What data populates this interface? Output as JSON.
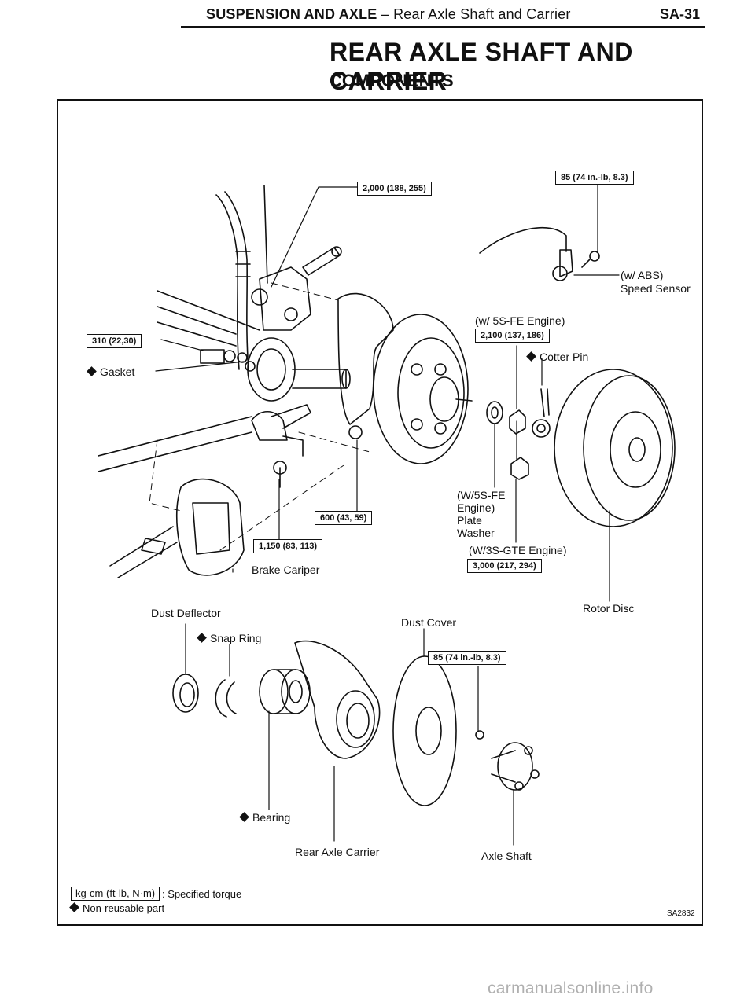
{
  "header": {
    "section": "SUSPENSION AND AXLE",
    "subsection": " – Rear Axle Shaft and Carrier",
    "page": "SA-31"
  },
  "title": "REAR AXLE SHAFT AND CARRIER",
  "subtitle": "COMPONENTS",
  "torques": {
    "t_2000": "2,000 (188, 255)",
    "t_85_top": "85 (74 in.-lb, 8.3)",
    "t_310": "310 (22,30)",
    "t_2100": "2,100 (137, 186)",
    "t_600": "600 (43, 59)",
    "t_1150": "1,150 (83, 113)",
    "t_3000": "3,000 (217, 294)",
    "t_85_bottom": "85 (74 in.-lb, 8.3)"
  },
  "labels": {
    "abs": "(w/ ABS)",
    "speed_sensor": "Speed Sensor",
    "w_5sfe": "(w/ 5S-FE Engine)",
    "cotter_pin": "Cotter Pin",
    "gasket": "Gasket",
    "w5sfe_plate_1": "(W/5S-FE",
    "w5sfe_plate_2": "Engine)",
    "w5sfe_plate_3": "Plate",
    "w5sfe_plate_4": "Washer",
    "w_3sgte": "(W/3S-GTE Engine)",
    "brake_caliper": "Brake Cariper",
    "rotor_disc": "Rotor Disc",
    "dust_deflector": "Dust Deflector",
    "snap_ring": "Snap Ring",
    "dust_cover": "Dust Cover",
    "bearing": "Bearing",
    "rear_axle_carrier": "Rear Axle Carrier",
    "axle_shaft": "Axle Shaft"
  },
  "legend": {
    "unit_box": "kg-cm (ft-lb, N·m)",
    "specified": ": Specified torque",
    "non_reusable": "Non-reusable part"
  },
  "figure_code": "SA2832",
  "watermark": "carmanualsonline.info"
}
